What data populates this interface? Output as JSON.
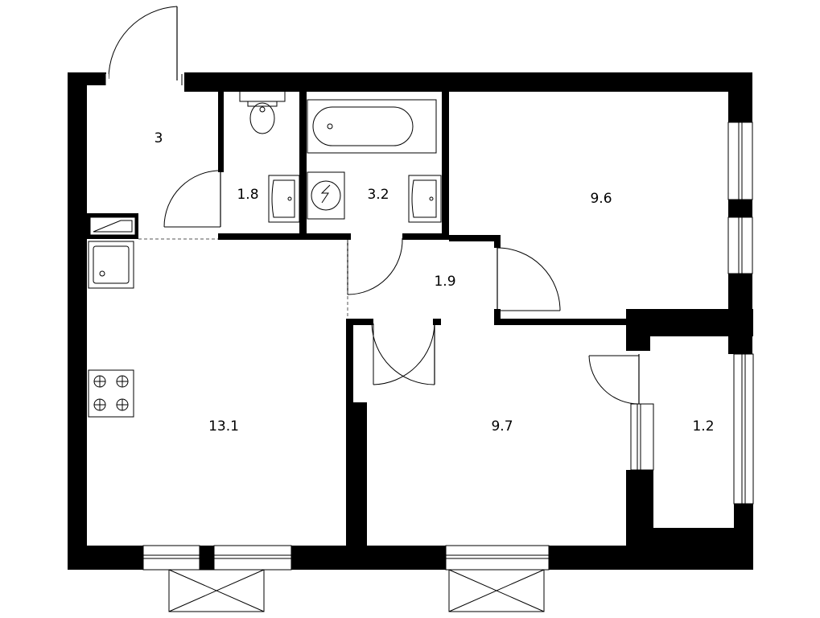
{
  "rooms": [
    {
      "id": "entry-hall",
      "area": "3"
    },
    {
      "id": "wc",
      "area": "1.8"
    },
    {
      "id": "bathroom",
      "area": "3.2"
    },
    {
      "id": "bedroom",
      "area": "9.6"
    },
    {
      "id": "corridor",
      "area": "1.9"
    },
    {
      "id": "kitchen-living",
      "area": "13.1"
    },
    {
      "id": "living-room",
      "area": "9.7"
    },
    {
      "id": "balcony",
      "area": "1.2"
    }
  ],
  "icons": [
    "toilet-icon",
    "washbasin-icon",
    "bathtub-icon",
    "washing-machine-icon",
    "kitchen-sink-icon",
    "stove-icon",
    "window-icon",
    "door-icon",
    "radiator-icon"
  ],
  "colors": {
    "walls": "#000000",
    "background": "#ffffff"
  }
}
